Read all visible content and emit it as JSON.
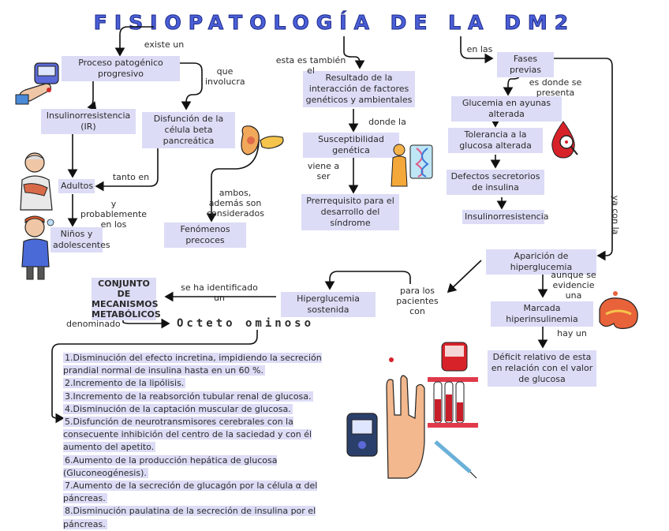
{
  "title": "FISIOPATOLOGÍA DE LA DM2",
  "nodes": {
    "proceso": "Proceso patogénico progresivo",
    "insulinorresistencia_ir": "Insulinorresistencia (IR)",
    "disfuncion": "Disfunción de la célula beta pancreática",
    "adultos": "Adultos",
    "ninos": "Niños y adolescentes",
    "fenomenos": "Fenómenos precoces",
    "resultado": "Resultado de la interacción de factores genéticos y ambientales",
    "susceptibilidad": "Susceptibilidad genética",
    "prerrequisito": "Prerrequisito para el desarrollo del síndrome",
    "fases": "Fases previas",
    "glucemia_ayunas": "Glucemia en ayunas alterada",
    "tolerancia": "Tolerancia a la glucosa alterada",
    "defectos": "Defectos secretorios de insulina",
    "insulinorresistencia": "Insulinorresistencia",
    "aparicion": "Aparición de hiperglucemia",
    "marcada": "Marcada hiperinsulinemia",
    "deficit": "Déficit relativo de esta en relación con el valor de glucosa",
    "hiperglucemia_sostenida": "Hiperglucemia sostenida",
    "conjunto": "CONJUNTO DE MECANISMOS METABÓLICOS",
    "octeto": "Octeto ominoso"
  },
  "connectors": {
    "existe_un": "existe un",
    "que_involucra": "que involucra",
    "tanto_en": "tanto en",
    "y_probablemente": "y probablemente en los",
    "ambos": "ambos, además son considerados",
    "esta_es_tambien": "esta es también el",
    "donde_la": "donde la",
    "viene_a_ser": "viene a ser",
    "en_las": "en las",
    "es_donde": "es donde se presenta",
    "ya_con_la": "ya con la",
    "aunque": "aunque se evidencie una",
    "hay_un": "hay un",
    "para_los": "para los pacientes con",
    "se_ha": "se ha identificado un",
    "denominado": "denominado"
  },
  "mechanisms": [
    "1.Disminución del efecto incretina, impidiendo la secreción prandial normal de insulina hasta en un 60 %.",
    "2.Incremento de la lipólisis.",
    "3.Incremento de la reabsorción tubular renal de glucosa.",
    "4.Disminución de la captación muscular de glucosa.",
    "5.Disfunción de neurotransmisores cerebrales con la consecuente inhibición del centro de la saciedad y con él aumento del apetito.",
    "6.Aumento de la producción hepática de glucosa (Gluconeogénesis).",
    "7.Aumento de la secreción de glucagón por la célula α del páncreas.",
    "8.Disminución paulatina de la secreción de insulina por el páncreas."
  ],
  "colors": {
    "title": "#4a5fd6",
    "box": "#dcdcf6",
    "line": "#111111"
  }
}
